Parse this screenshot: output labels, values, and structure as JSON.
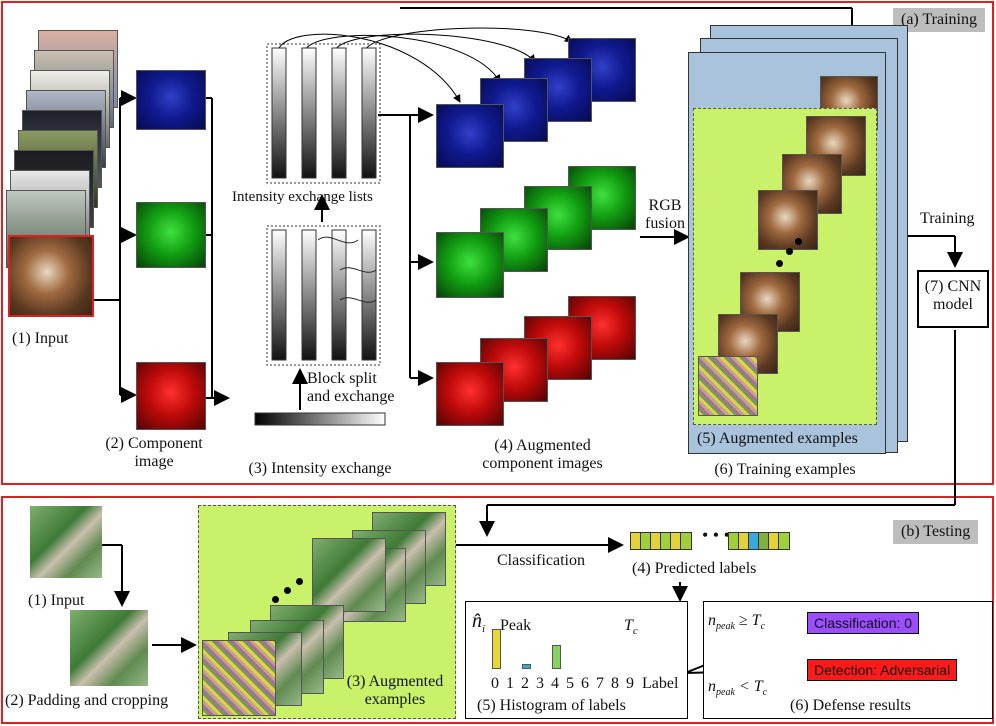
{
  "training": {
    "tag": "(a) Training",
    "input_label": "(1) Input",
    "component_label_1": "(2) Component",
    "component_label_2": "image",
    "exchange_lists_label": "Intensity exchange lists",
    "block_split_1": "Block split",
    "block_split_2": "and exchange",
    "intensity_exchange_label": "(3) Intensity exchange",
    "augmented_component_1": "(4) Augmented",
    "augmented_component_2": "component images",
    "rgb_1": "RGB",
    "rgb_2": "fusion",
    "training_arrow_label": "Training",
    "cnn_1": "(7) CNN",
    "cnn_2": "model",
    "augmented_examples_label": "(5) Augmented examples",
    "training_examples_label": "(6) Training examples"
  },
  "testing": {
    "tag": "(b) Testing",
    "input_label": "(1) Input",
    "padding_label": "(2) Padding and cropping",
    "augmented_1": "(3) Augmented",
    "augmented_2": "examples",
    "classification_label": "Classification",
    "predicted_label": "(4) Predicted labels",
    "histogram_label": "(5) Histogram of labels",
    "n_i": "n̂",
    "n_i_sub": "i",
    "peak": "Peak",
    "tc": "T",
    "tc_sub": "c",
    "axis_ticks": [
      "0",
      "1",
      "2",
      "3",
      "4",
      "5",
      "6",
      "7",
      "8",
      "9"
    ],
    "axis_label": "Label",
    "cond_ge_n": "n",
    "cond_ge_sub": "peak",
    "cond_ge_rel": " ≥ T",
    "cond_ge_sub2": "c",
    "cond_lt_n": "n",
    "cond_lt_sub": "peak",
    "cond_lt_rel": " < T",
    "cond_lt_sub2": "c",
    "classification_result": "Classification: 0",
    "detection_result": "Detection: Adversarial",
    "defense_label": "(6) Defense results",
    "histogram_values": [
      0.95,
      0,
      0.08,
      0,
      0.55,
      0,
      0,
      0,
      0,
      0
    ],
    "label_colors": [
      "#e5d23a",
      "#9fcf3a",
      "#e5d23a",
      "#9fcf3a",
      "#e5d23a",
      "#9fcf3a",
      "#9fcf3a",
      "#e5d23a",
      "#3aa8d8",
      "#7fb040",
      "#e5d23a",
      "#9fcf3a"
    ]
  },
  "colors": {
    "frame_red": "#e02020",
    "panel_blue": "#dde0ef",
    "stack_blue": "#a9c3dd",
    "lime": "#c9f26a",
    "classification_purple": "#9b4dff",
    "detection_red": "#ff1a1a"
  }
}
